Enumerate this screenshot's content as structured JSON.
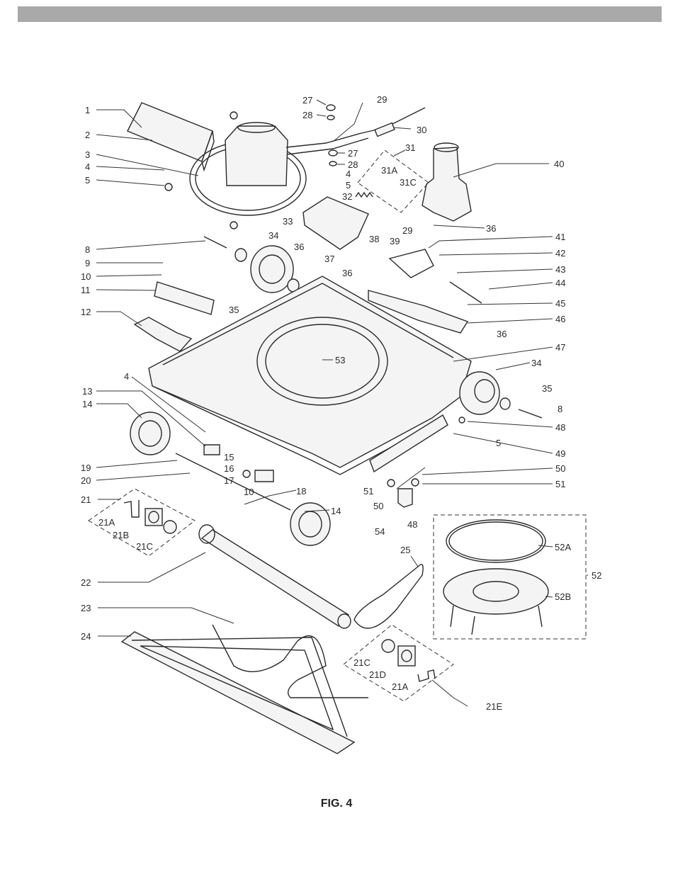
{
  "figure": {
    "caption": "FIG. 4"
  },
  "callouts": [
    "1",
    "2",
    "3",
    "4",
    "5",
    "8",
    "9",
    "10",
    "11",
    "12",
    "4",
    "13",
    "14",
    "19",
    "20",
    "21",
    "21A",
    "21B",
    "21C",
    "22",
    "23",
    "24",
    "27",
    "28",
    "29",
    "30",
    "27",
    "28",
    "31",
    "31A",
    "31C",
    "4",
    "5",
    "32",
    "33",
    "34",
    "36",
    "37",
    "36",
    "35",
    "38",
    "39",
    "29",
    "36",
    "40",
    "41",
    "42",
    "43",
    "44",
    "45",
    "46",
    "36",
    "47",
    "53",
    "34",
    "35",
    "8",
    "48",
    "5",
    "49",
    "50",
    "51",
    "15",
    "16",
    "17",
    "10",
    "18",
    "14",
    "51",
    "50",
    "54",
    "48",
    "25",
    "52A",
    "52",
    "52B",
    "21C",
    "21D",
    "21A",
    "21E"
  ],
  "colors": {
    "header_bar": "#a9a9a9",
    "line_art": "#2a2a2a"
  }
}
